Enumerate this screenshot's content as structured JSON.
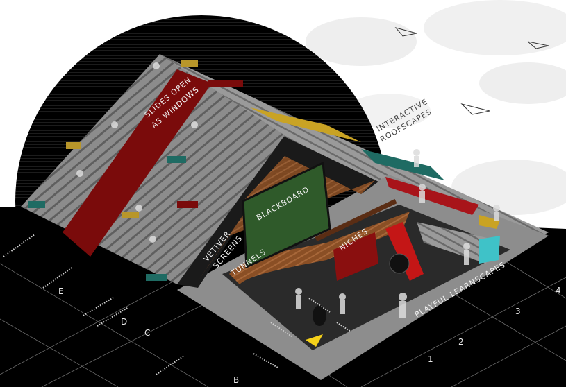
{
  "annotations": {
    "slides": [
      "SLIDES OPEN",
      "AS WINDOWS"
    ],
    "blackboard": "BLACKBOARD",
    "vetiver": [
      "VETIVER",
      "SCREENS"
    ],
    "tunnels": "TUNNELS",
    "niches": "NICHES",
    "roofscapes": [
      "INTERACTIVE",
      "ROOFSCAPES"
    ],
    "learnscapes": "PLAYFUL LEARNSCAPES"
  },
  "section_markers": {
    "letters": [
      "E",
      "D",
      "C",
      "B"
    ],
    "numbers": [
      "1",
      "2",
      "3",
      "4"
    ]
  },
  "colors": {
    "sky": "#ffffff",
    "ground": "#000000",
    "roof": "#8a8a8a",
    "slide_red": "#7a0b0b",
    "blackboard": "#2f5a2a",
    "teal": "#1f6b63",
    "mustard": "#b8962a",
    "wood": "#8a4f25"
  }
}
